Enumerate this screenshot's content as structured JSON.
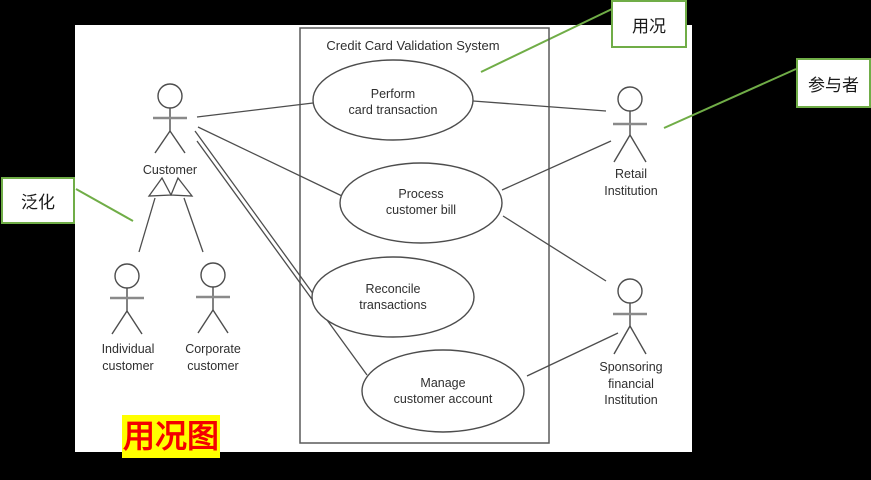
{
  "system": {
    "title": "Credit Card Validation System"
  },
  "usecases": [
    {
      "id": "perform-card-transaction",
      "lines": [
        "Perform",
        "card transaction"
      ]
    },
    {
      "id": "process-customer-bill",
      "lines": [
        "Process",
        "customer bill"
      ]
    },
    {
      "id": "reconcile-transactions",
      "lines": [
        "Reconcile",
        "transactions"
      ]
    },
    {
      "id": "manage-customer-account",
      "lines": [
        "Manage",
        "customer account"
      ]
    }
  ],
  "actors": [
    {
      "id": "customer",
      "lines": [
        "Customer"
      ]
    },
    {
      "id": "individual-customer",
      "lines": [
        "Individual",
        "customer"
      ]
    },
    {
      "id": "corporate-customer",
      "lines": [
        "Corporate",
        "customer"
      ]
    },
    {
      "id": "retail-institution",
      "lines": [
        "Retail",
        "Institution"
      ]
    },
    {
      "id": "sponsoring-financial-institution",
      "lines": [
        "Sponsoring",
        "financial",
        "Institution"
      ]
    }
  ],
  "callouts": {
    "use_case": "用况",
    "actor": "参与者",
    "generalization": "泛化",
    "caption": "用况图"
  },
  "colors": {
    "background": "#000000",
    "panel": "#ffffff",
    "callout_border": "#70ad47",
    "callout_line": "#70ad47",
    "diagram_stroke": "#4d4d4d",
    "diagram_text": "#2f2f2f",
    "caption_bg": "#ffff00",
    "caption_text": "#f40000"
  }
}
